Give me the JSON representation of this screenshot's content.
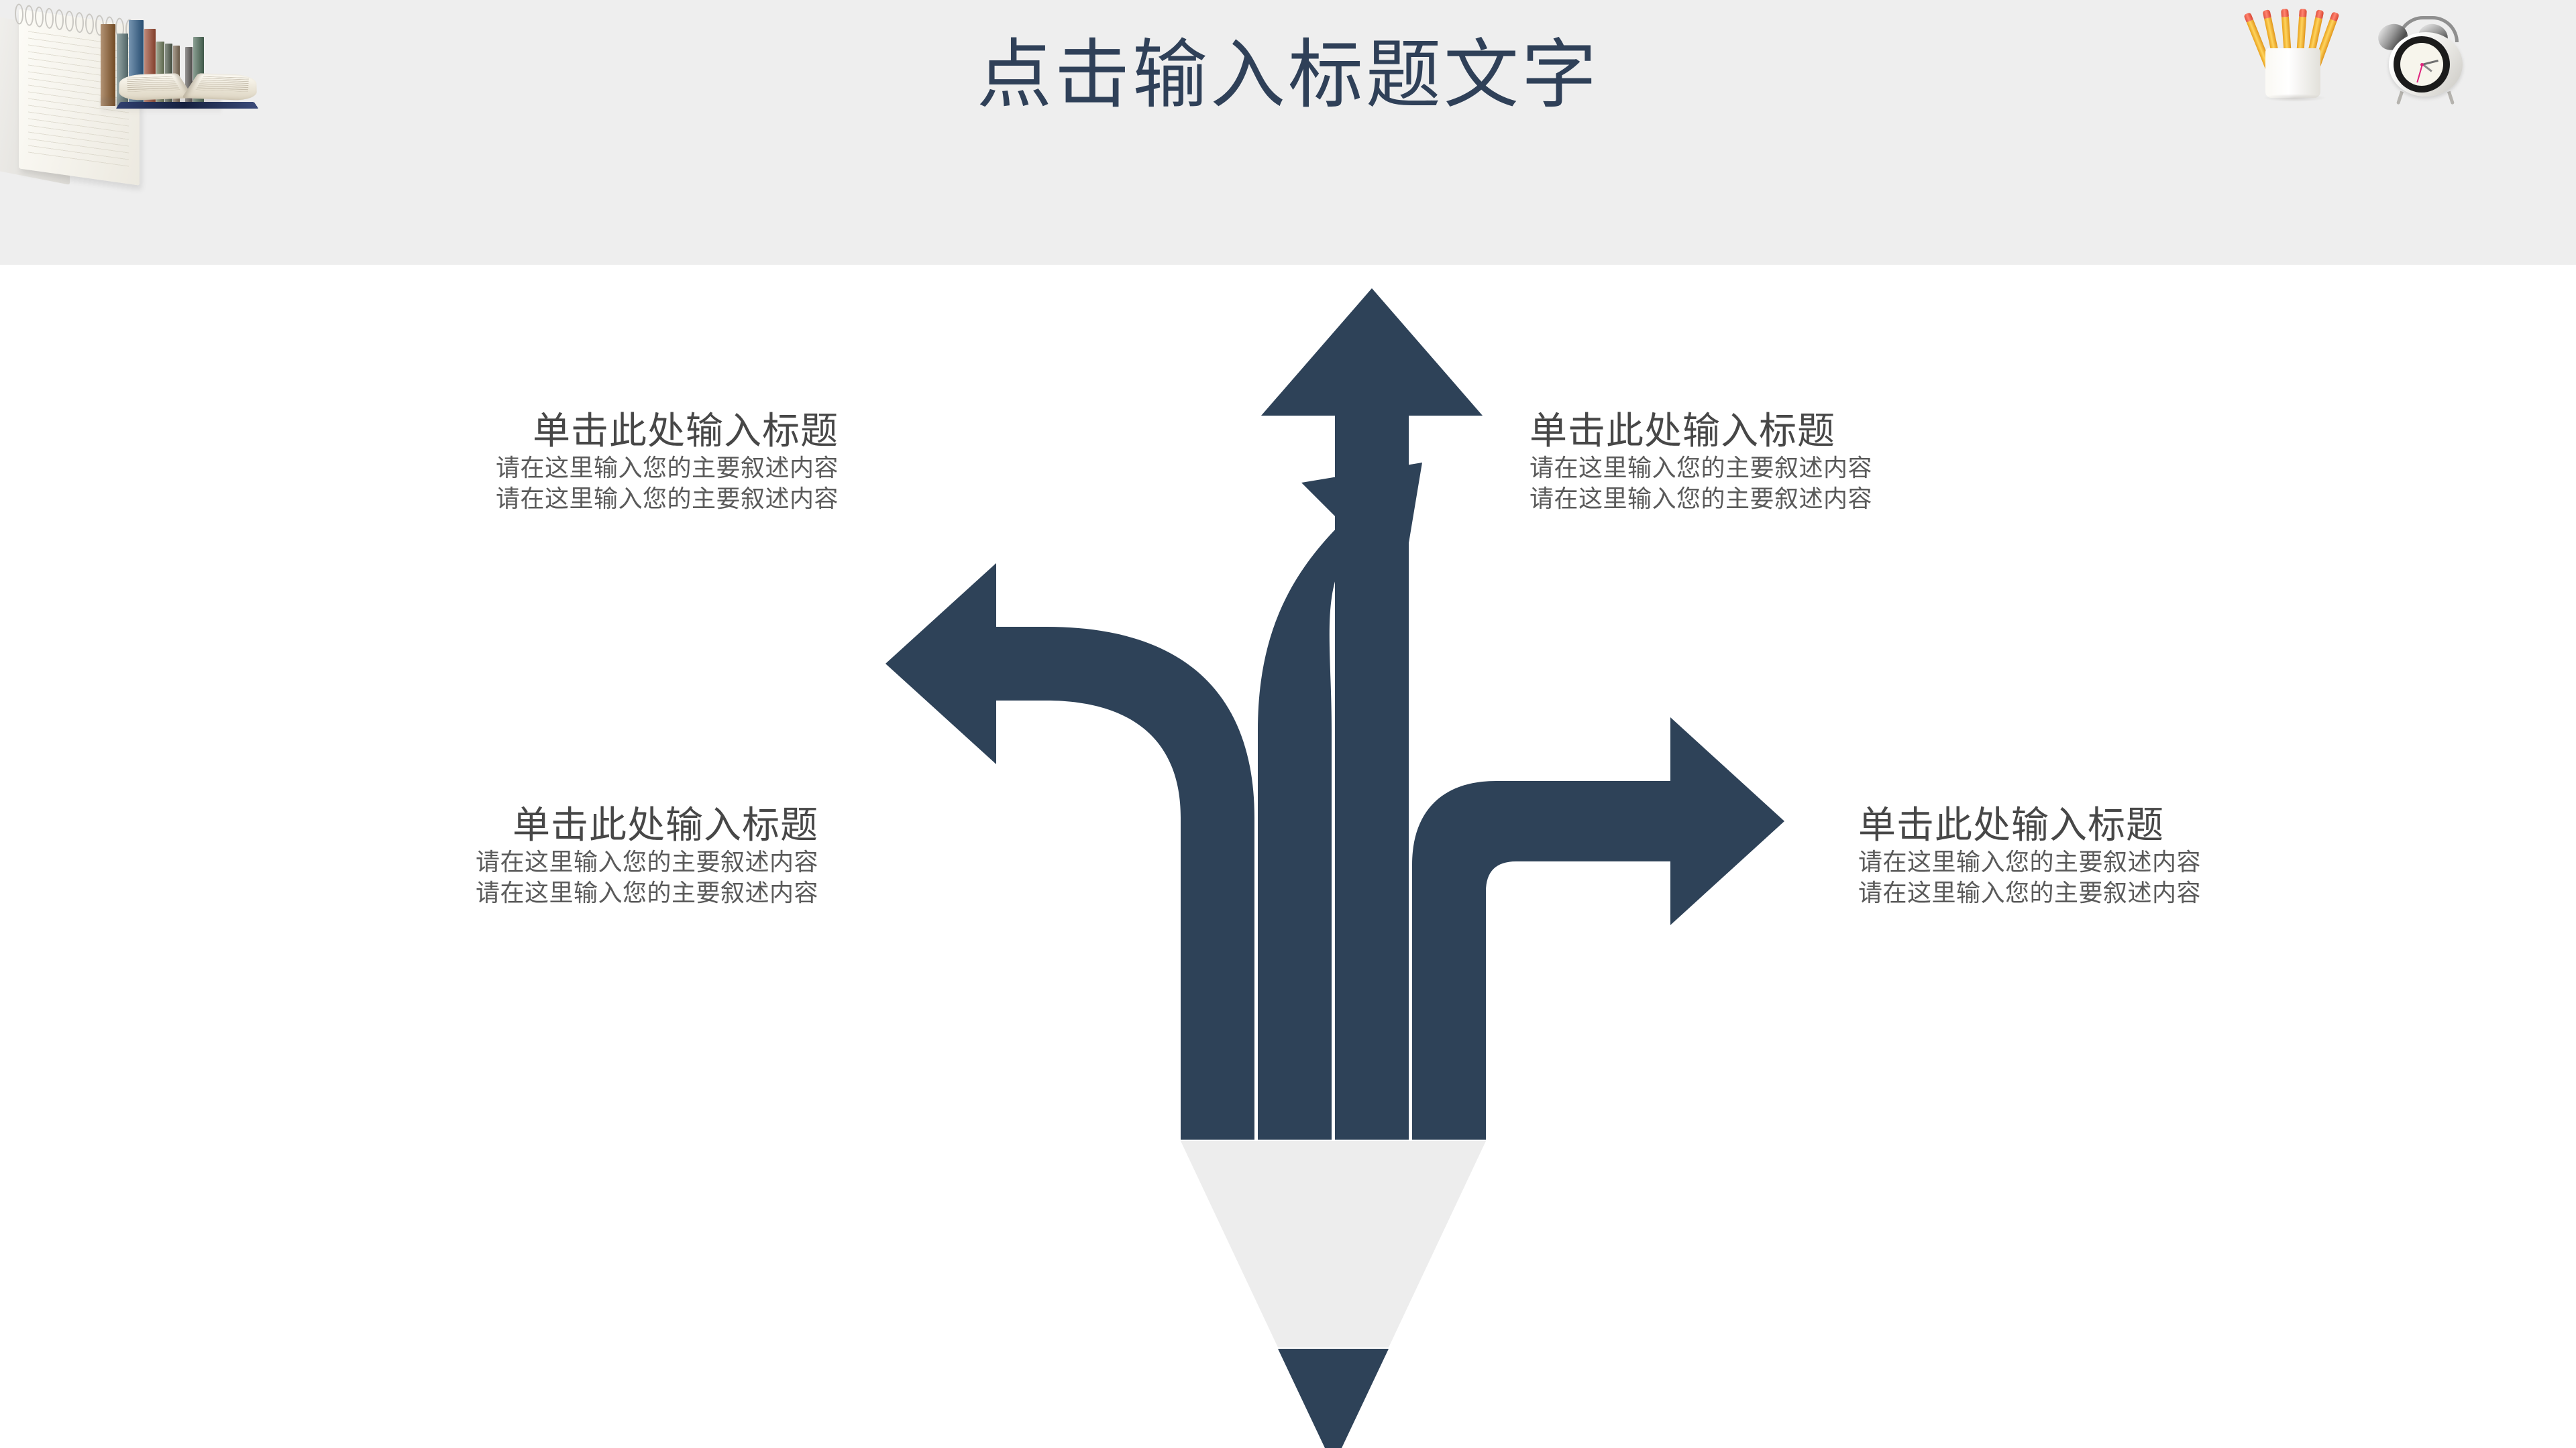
{
  "header": {
    "title": "点击输入标题文字",
    "title_color": "#2f4058",
    "band_color": "#eeeeee",
    "decorations": [
      {
        "name": "spiral-notepad",
        "position": "top-left"
      },
      {
        "name": "row-of-books",
        "position": "top-left"
      },
      {
        "name": "open-book",
        "position": "top-left"
      },
      {
        "name": "pencil-cup",
        "position": "top-right"
      },
      {
        "name": "alarm-clock",
        "position": "top-right"
      }
    ]
  },
  "diagram": {
    "name": "pencil-four-branch-arrows",
    "arrow_color": "#2e4258",
    "pencil_wood_color": "#ededed",
    "pencil_tip_color": "#2e4258",
    "background_color": "#ffffff",
    "branches": [
      {
        "id": "upper-left",
        "direction": "diagonal-up-left"
      },
      {
        "id": "up",
        "direction": "straight-up"
      },
      {
        "id": "lower-left",
        "direction": "curve-left-then-up"
      },
      {
        "id": "right",
        "direction": "turn-right"
      }
    ],
    "shaft_bars": 4
  },
  "blocks": [
    {
      "id": "top-left",
      "title": "单击此处输入标题",
      "lines": [
        "请在这里输入您的主要叙述内容",
        "请在这里输入您的主要叙述内容"
      ]
    },
    {
      "id": "top-right",
      "title": "单击此处输入标题",
      "lines": [
        "请在这里输入您的主要叙述内容",
        "请在这里输入您的主要叙述内容"
      ]
    },
    {
      "id": "bottom-left",
      "title": "单击此处输入标题",
      "lines": [
        "请在这里输入您的主要叙述内容",
        "请在这里输入您的主要叙述内容"
      ]
    },
    {
      "id": "bottom-right",
      "title": "单击此处输入标题",
      "lines": [
        "请在这里输入您的主要叙述内容",
        "请在这里输入您的主要叙述内容"
      ]
    }
  ]
}
